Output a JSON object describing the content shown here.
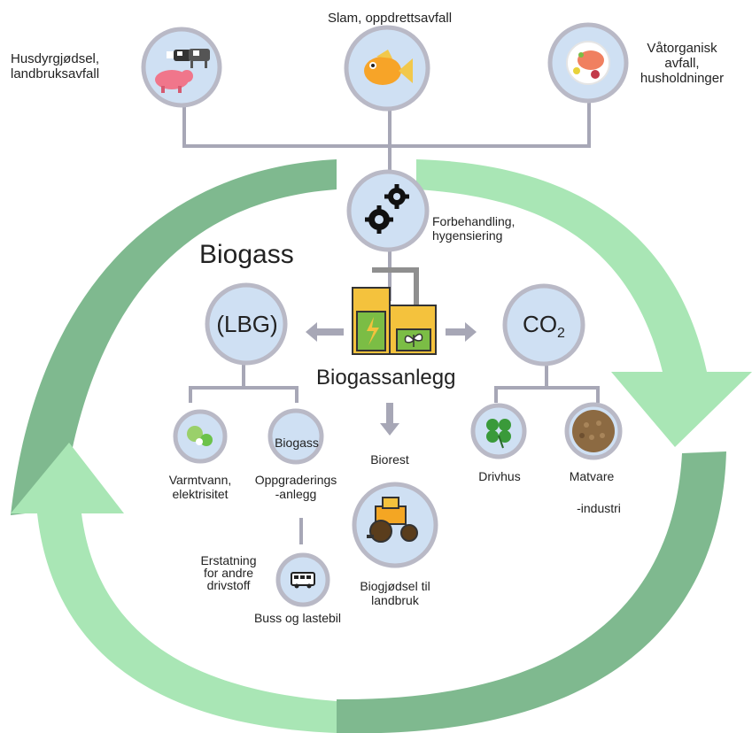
{
  "sources": {
    "manure": [
      "Husdyrgjødsel,",
      "landbruksavfall"
    ],
    "sludge": "Slam, oppdrettsavfall",
    "food_waste": [
      "Våtorganisk",
      "avfall,",
      "husholdninger"
    ]
  },
  "pretreatment": [
    "Forbehandling,",
    "hygensiering"
  ],
  "plant_label": "Biogassanlegg",
  "biogas": {
    "title": "Biogass",
    "lbg": "(LBG)",
    "heat": [
      "Varmtvann,",
      "elektrisitet"
    ],
    "upgrade_top": "Biogass",
    "upgrade": [
      "Oppgraderings",
      "-anlegg"
    ],
    "replacement": [
      "Erstatning",
      "for andre",
      "drivstoff"
    ],
    "vehicles": "Buss og lastebil"
  },
  "co2": {
    "symbol": "CO",
    "subscript": "2",
    "greenhouse": "Drivhus",
    "food_industry_1": "Matvare",
    "food_industry_2": "-industri"
  },
  "residue": {
    "label": "Biorest",
    "fertilizer": [
      "Biogjødsel til",
      "landbruk"
    ]
  },
  "colors": {
    "circle_fill": "#cfe0f3",
    "circle_stroke": "#b9b9c6",
    "connector": "#a7a7b6",
    "arrow_dark": "#7fb98f",
    "arrow_light": "#a9e6b5"
  }
}
